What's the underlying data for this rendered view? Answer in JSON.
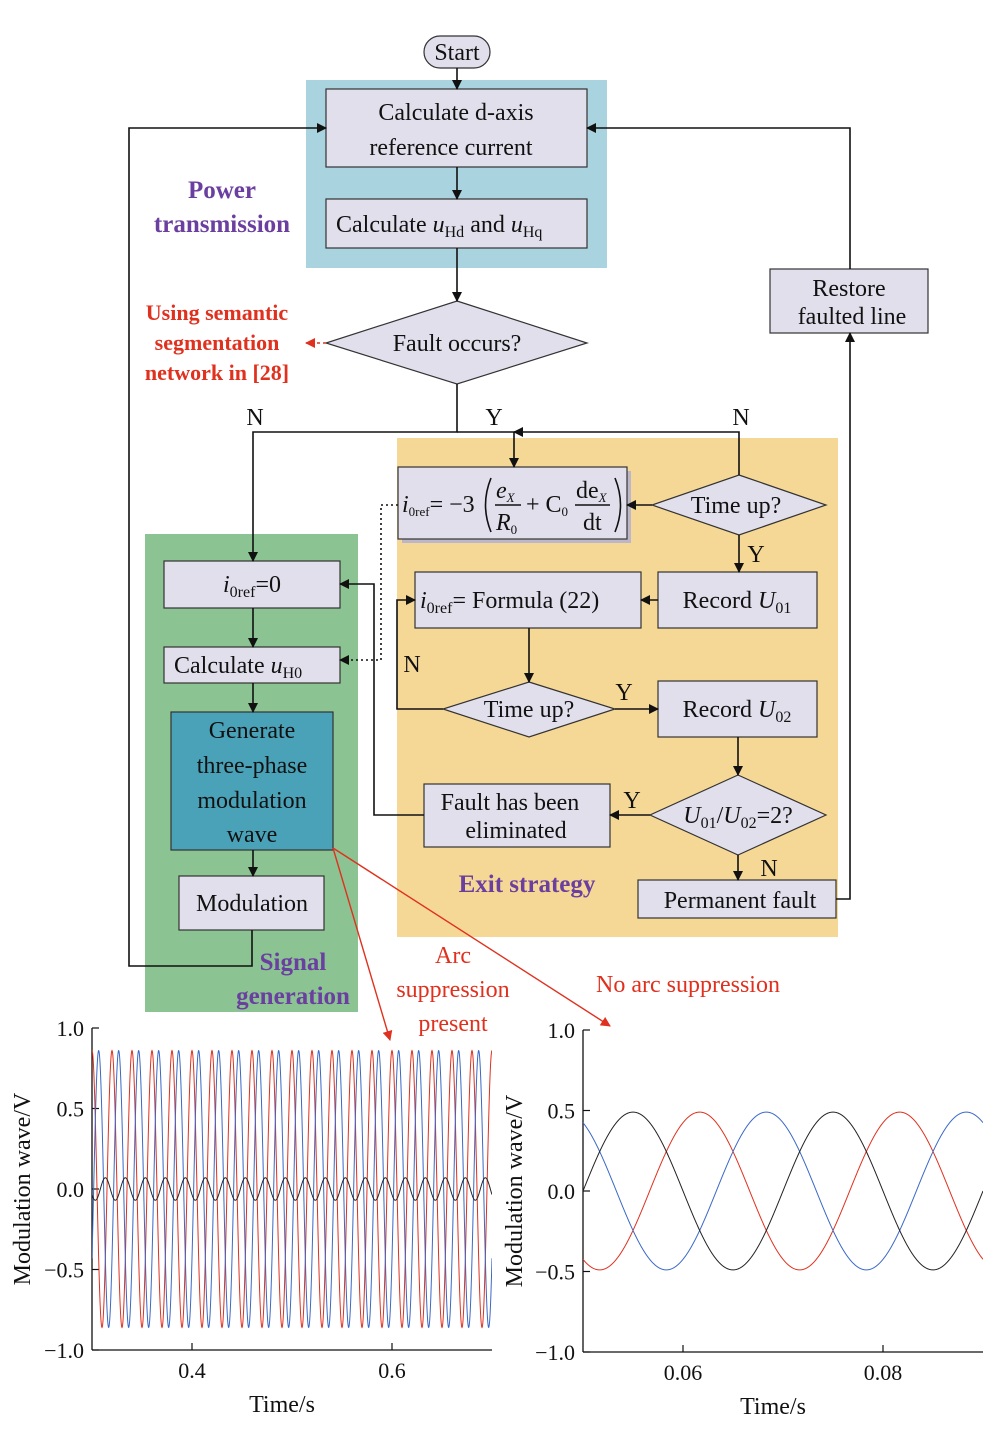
{
  "flow": {
    "start": "Start",
    "calc_d_axis_line1": "Calculate d-axis",
    "calc_d_axis_line2": "reference current",
    "calc_uh_prefix": "Calculate ",
    "calc_uh_u1": "u",
    "calc_uh_sub1": "Hd",
    "calc_uh_and": " and ",
    "calc_uh_u2": "u",
    "calc_uh_sub2": "Hq",
    "fault_occurs": "Fault occurs?",
    "restore_line1": "Restore",
    "restore_line2": "faulted line",
    "i0ref_zero_i": "i",
    "i0ref_zero_sub": "0ref",
    "i0ref_zero_rest": "=0",
    "calc_uh0_prefix": "Calculate ",
    "calc_uh0_u": "u",
    "calc_uh0_sub": "H0",
    "gen_line1": "Generate",
    "gen_line2": "three-phase",
    "gen_line3": "modulation",
    "gen_line4": "wave",
    "modulation": "Modulation",
    "formula_i": "i",
    "formula_sub": "0ref",
    "formula_eq": "= −3",
    "formula_ex": "e",
    "formula_ex_sub": "X",
    "formula_r0": "R",
    "formula_r0_sub": "0",
    "formula_plus": "+ C",
    "formula_c0_sub": "0",
    "formula_dex": "de",
    "formula_dex_sub": "X",
    "formula_dt": "dt",
    "time_up_1": "Time up?",
    "record_u01_prefix": "Record ",
    "record_u01_u": "U",
    "record_u01_sub": "01",
    "i0ref_formula_i": "i",
    "i0ref_formula_sub": "0ref",
    "i0ref_formula_rest": "= Formula (22)",
    "time_up_2": "Time up?",
    "record_u02_prefix": "Record ",
    "record_u02_u": "U",
    "record_u02_sub": "02",
    "ratio_u1": "U",
    "ratio_sub1": "01",
    "ratio_slash": "/",
    "ratio_u2": "U",
    "ratio_sub2": "02",
    "ratio_rest": "=2?",
    "fault_elim_line1": "Fault has been",
    "fault_elim_line2": "eliminated",
    "permanent_fault": "Permanent fault"
  },
  "labels": {
    "power_transmission_1": "Power",
    "power_transmission_2": "transmission",
    "signal_generation_1": "Signal",
    "signal_generation_2": "generation",
    "exit_strategy": "Exit strategy",
    "semantic_1": "Using semantic",
    "semantic_2": "segmentation",
    "semantic_3": "network in [28]",
    "arc_present_1": "Arc",
    "arc_present_2": "suppression",
    "arc_present_3": "present",
    "no_arc": "No arc suppression",
    "N": "N",
    "Y": "Y"
  },
  "colors": {
    "power_region": "#a8d3df",
    "signal_region": "#8bc393",
    "exit_region": "#f6d896",
    "generate_box": "#4aa2b9",
    "box_fill": "#e2dfec",
    "accent_red": "#e0301e",
    "label_purple": "#6b3fa0",
    "series_red": "#e0301e",
    "series_blue": "#3a68c8",
    "series_black": "#222222"
  },
  "chart_data": [
    {
      "type": "line",
      "title": "",
      "xlabel": "Time/s",
      "ylabel": "Modulation wave/V",
      "xlim": [
        0.3,
        0.7
      ],
      "ylim": [
        -1.0,
        1.0
      ],
      "xticks": [
        "0.4",
        "0.6"
      ],
      "yticks": [
        "1.0",
        "0.5",
        "0.0",
        "−0.5",
        "−1.0"
      ],
      "grid": false,
      "series": [
        {
          "color": "#e0301e",
          "amplitude": 0.86,
          "frequency_hz": 50,
          "phase_deg": 90
        },
        {
          "color": "#3a68c8",
          "amplitude": 0.86,
          "frequency_hz": 50,
          "phase_deg": -30
        },
        {
          "color": "#222222",
          "amplitude": 0.07,
          "frequency_hz": 50,
          "phase_deg": 210
        }
      ]
    },
    {
      "type": "line",
      "title": "",
      "xlabel": "Time/s",
      "ylabel": "Modulation wave/V",
      "xlim": [
        0.05,
        0.09
      ],
      "ylim": [
        -1.0,
        1.0
      ],
      "xticks": [
        "0.06",
        "0.08"
      ],
      "yticks": [
        "1.0",
        "0.5",
        "0.0",
        "−0.5",
        "−1.0"
      ],
      "grid": false,
      "series": [
        {
          "color": "#e0301e",
          "amplitude": 0.49,
          "frequency_hz": 50,
          "phase_deg": 60
        },
        {
          "color": "#3a68c8",
          "amplitude": 0.49,
          "frequency_hz": 50,
          "phase_deg": -60
        },
        {
          "color": "#222222",
          "amplitude": 0.49,
          "frequency_hz": 50,
          "phase_deg": 180
        }
      ]
    }
  ]
}
